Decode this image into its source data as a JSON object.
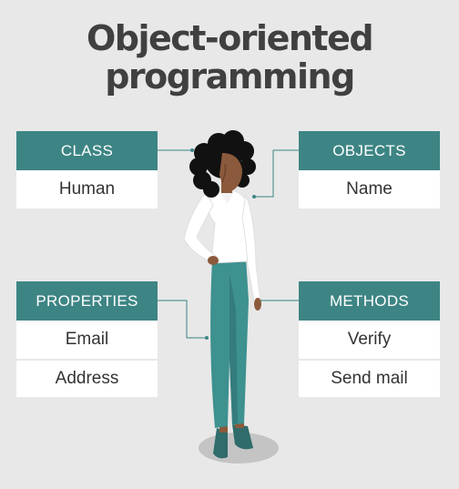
{
  "title": {
    "line1": "Object-oriented",
    "line2": "programming"
  },
  "boxes": {
    "class": {
      "header": "CLASS",
      "items": [
        "Human"
      ]
    },
    "objects": {
      "header": "OBJECTS",
      "items": [
        "Name"
      ]
    },
    "properties": {
      "header": "PROPERTIES",
      "items": [
        "Email",
        "Address"
      ]
    },
    "methods": {
      "header": "METHODS",
      "items": [
        "Verify",
        "Send mail"
      ]
    }
  },
  "colors": {
    "background": "#e8e8e8",
    "header_teal": "#3d8584",
    "title_gray": "#404040",
    "pants_teal": "#3d918f",
    "skin": "#8b5a3c",
    "hair": "#111111"
  }
}
